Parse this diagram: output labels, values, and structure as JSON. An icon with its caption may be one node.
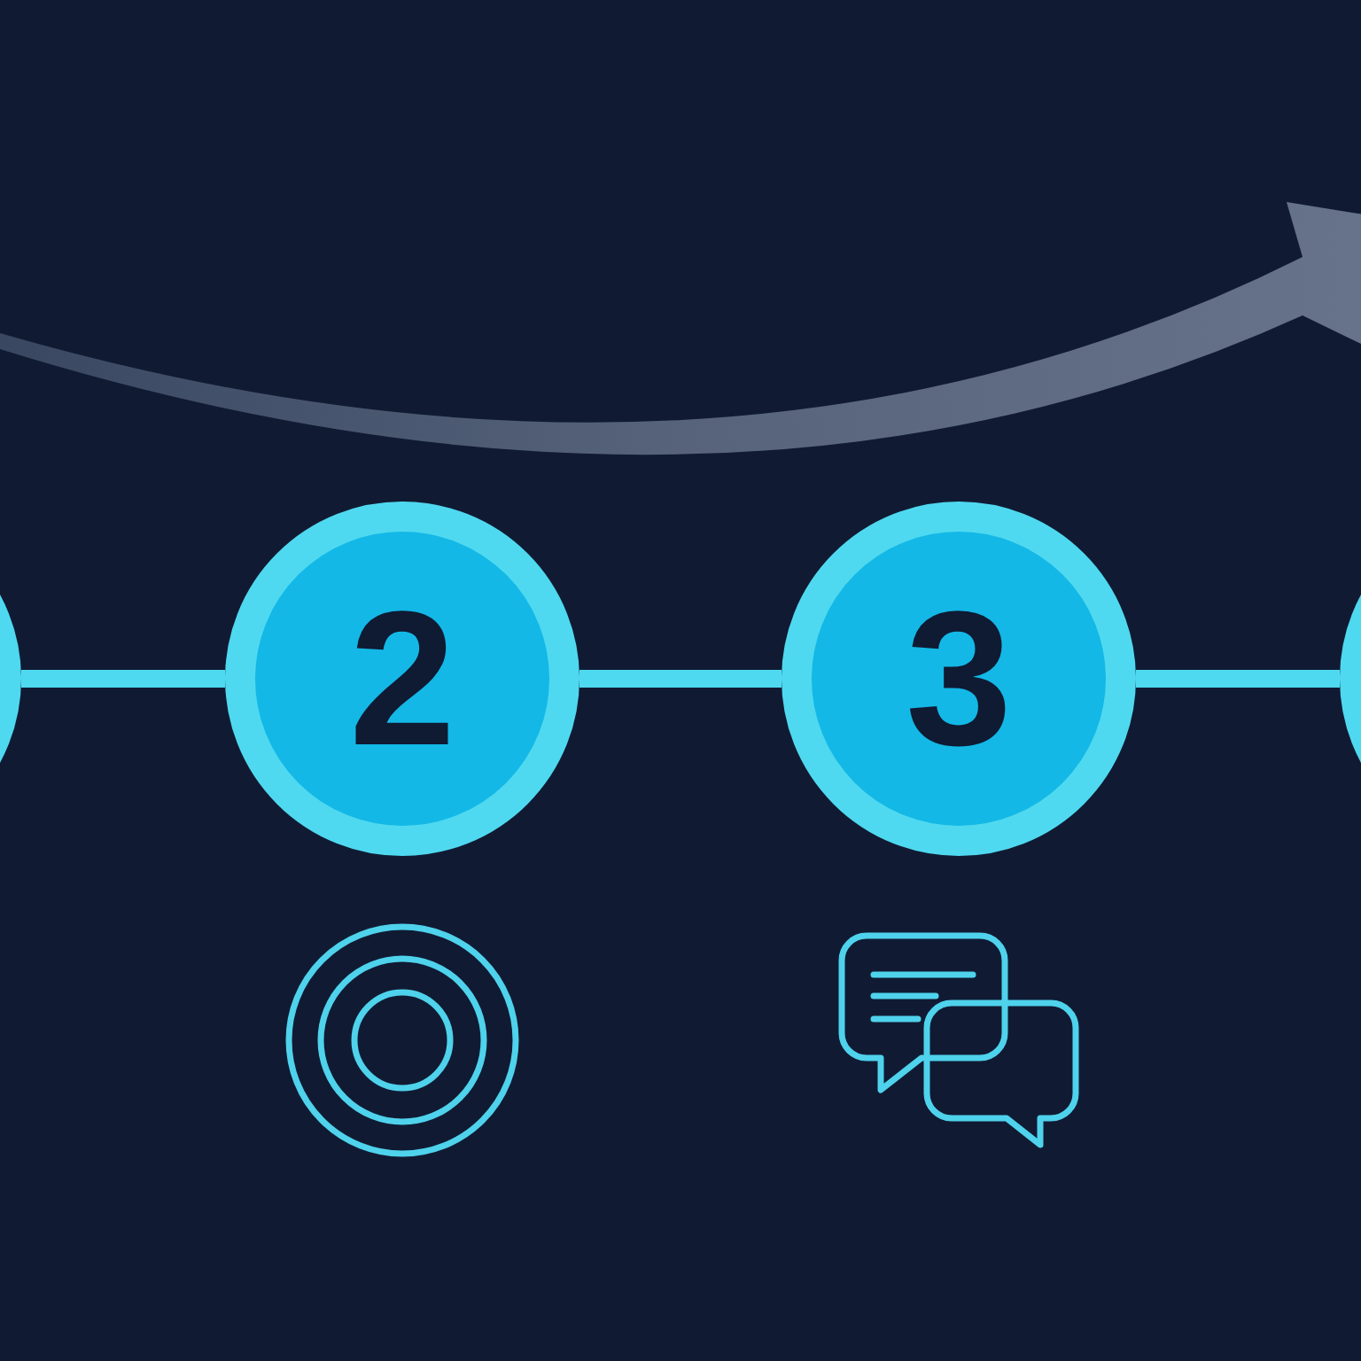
{
  "diagram": {
    "nodes": [
      {
        "text": [],
        "shape": "circle"
      },
      {
        "text": [
          "2"
        ]
      },
      {
        "text": [
          "3"
        ]
      },
      {
        "text": [],
        "shape": "circle"
      }
    ],
    "edges": [
      {
        "from": 0,
        "to": 1,
        "arrow": "none"
      },
      {
        "from": 1,
        "to": 2,
        "arrow": "none"
      },
      {
        "from": 2,
        "to": 3,
        "arrow": "none"
      }
    ]
  }
}
